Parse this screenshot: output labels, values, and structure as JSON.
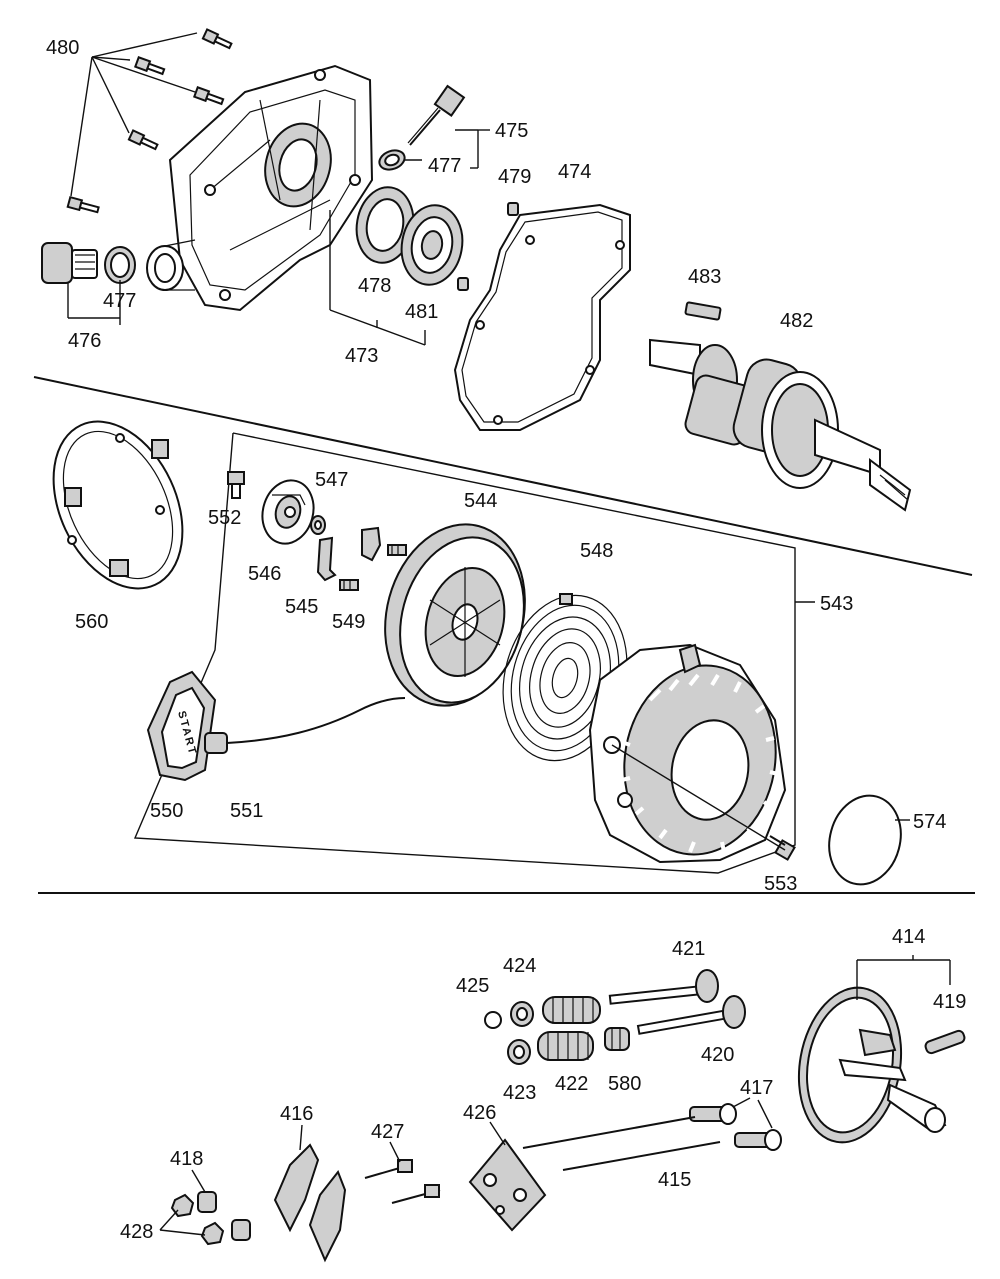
{
  "callouts": [
    {
      "id": "c480",
      "text": "480"
    },
    {
      "id": "c475",
      "text": "475"
    },
    {
      "id": "c477a",
      "text": "477"
    },
    {
      "id": "c479",
      "text": "479"
    },
    {
      "id": "c474",
      "text": "474"
    },
    {
      "id": "c477b",
      "text": "477"
    },
    {
      "id": "c476",
      "text": "476"
    },
    {
      "id": "c478",
      "text": "478"
    },
    {
      "id": "c481",
      "text": "481"
    },
    {
      "id": "c473",
      "text": "473"
    },
    {
      "id": "c483",
      "text": "483"
    },
    {
      "id": "c482",
      "text": "482"
    },
    {
      "id": "c560",
      "text": "560"
    },
    {
      "id": "c552",
      "text": "552"
    },
    {
      "id": "c547",
      "text": "547"
    },
    {
      "id": "c544",
      "text": "544"
    },
    {
      "id": "c548",
      "text": "548"
    },
    {
      "id": "c546",
      "text": "546"
    },
    {
      "id": "c545",
      "text": "545"
    },
    {
      "id": "c549",
      "text": "549"
    },
    {
      "id": "c543",
      "text": "543"
    },
    {
      "id": "c550",
      "text": "550"
    },
    {
      "id": "c551",
      "text": "551"
    },
    {
      "id": "c574",
      "text": "574"
    },
    {
      "id": "c553",
      "text": "553"
    },
    {
      "id": "c414",
      "text": "414"
    },
    {
      "id": "c421",
      "text": "421"
    },
    {
      "id": "c424",
      "text": "424"
    },
    {
      "id": "c425",
      "text": "425"
    },
    {
      "id": "c419",
      "text": "419"
    },
    {
      "id": "c420",
      "text": "420"
    },
    {
      "id": "c423",
      "text": "423"
    },
    {
      "id": "c422",
      "text": "422"
    },
    {
      "id": "c580",
      "text": "580"
    },
    {
      "id": "c417",
      "text": "417"
    },
    {
      "id": "c416",
      "text": "416"
    },
    {
      "id": "c427",
      "text": "427"
    },
    {
      "id": "c426",
      "text": "426"
    },
    {
      "id": "c418",
      "text": "418"
    },
    {
      "id": "c415",
      "text": "415"
    },
    {
      "id": "c428",
      "text": "428"
    }
  ],
  "handle_text": "START"
}
